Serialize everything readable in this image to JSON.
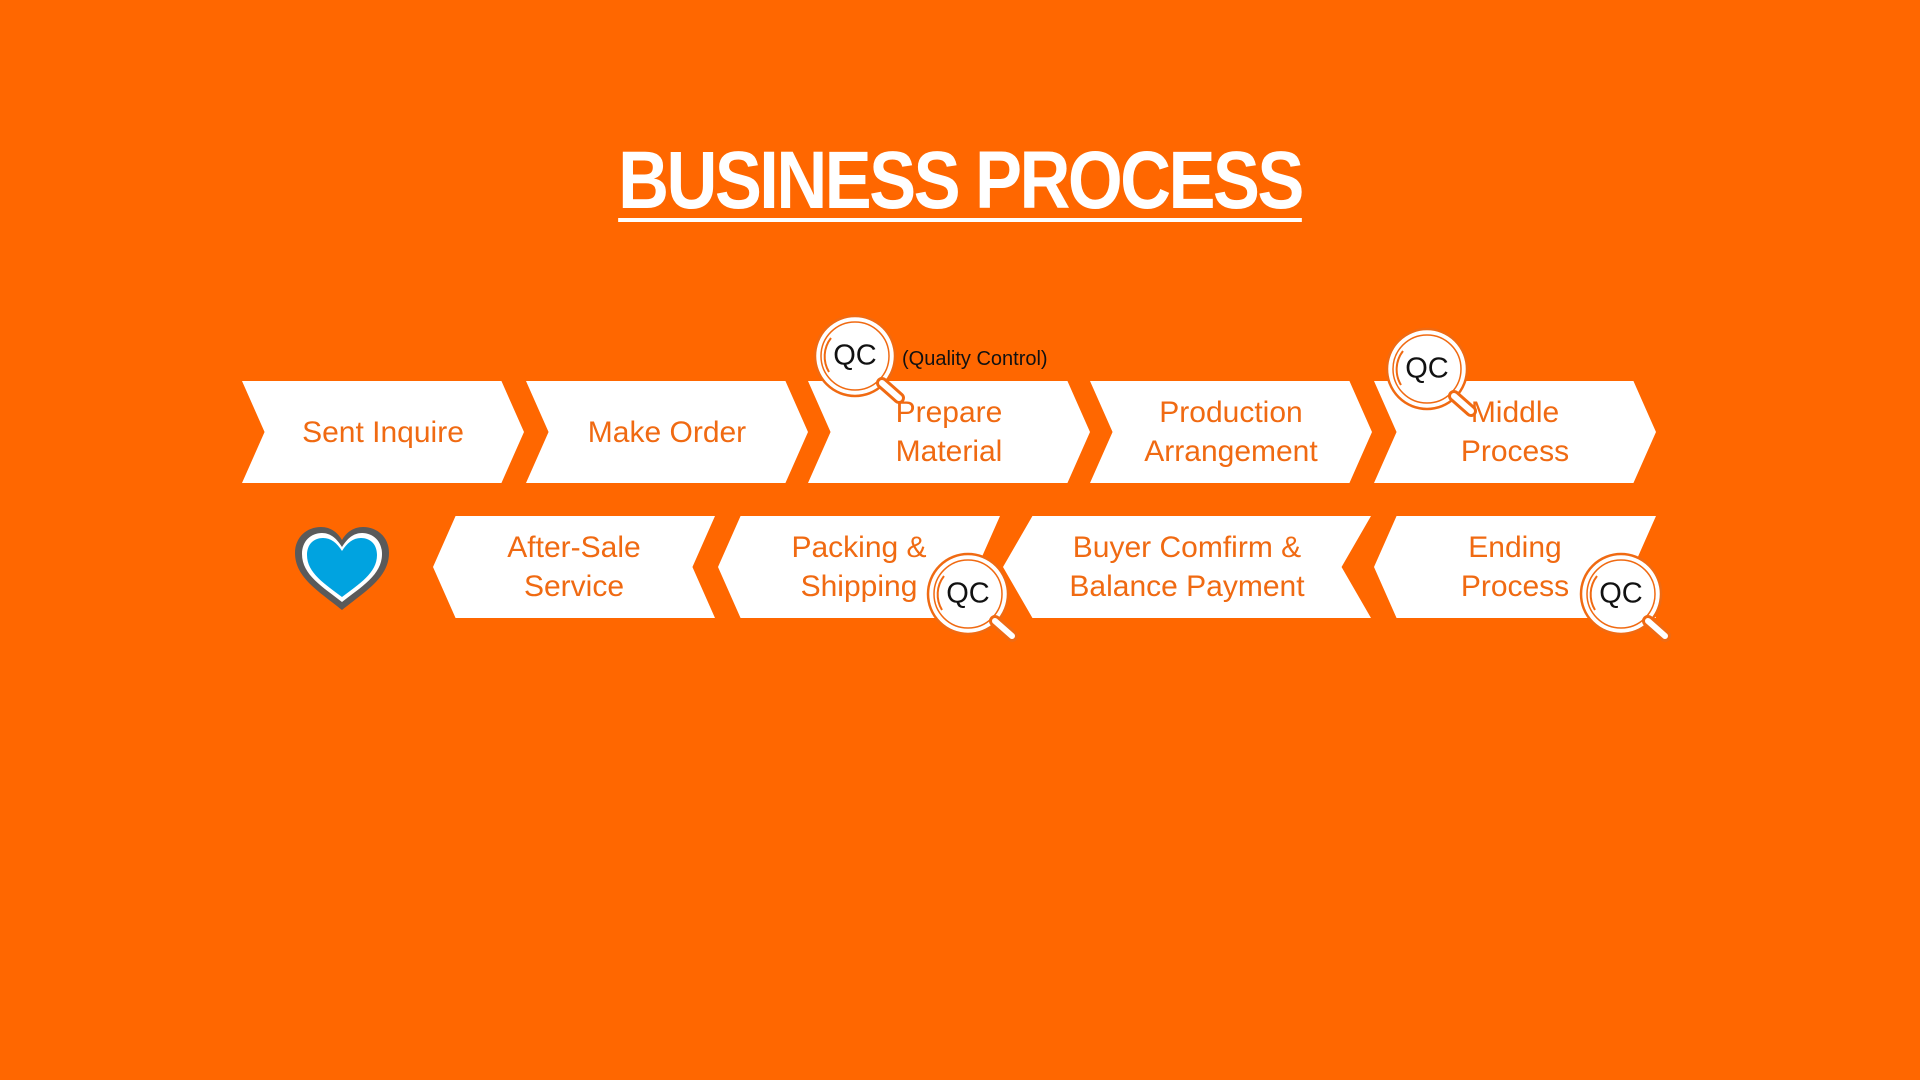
{
  "title": "BUSINESS PROCESS",
  "qc_note": "(Quality Control)",
  "qc_label": "QC",
  "row1": [
    {
      "label": "Sent Inquire"
    },
    {
      "label": "Make Order"
    },
    {
      "label": "Prepare\nMaterial"
    },
    {
      "label": "Production\nArrangement"
    },
    {
      "label": "Middle\nProcess"
    }
  ],
  "row2": [
    {
      "label": "After-Sale\nService"
    },
    {
      "label": "Packing &\nShipping"
    },
    {
      "label": "Buyer Comfirm &\nBalance Payment"
    },
    {
      "label": "Ending\nProcess"
    }
  ],
  "icons": {
    "qc": "magnifier-qc-icon",
    "heart": "heart-icon"
  },
  "colors": {
    "background": "#FF6700",
    "step_fill": "#FFFFFF",
    "step_text": "#F06A12",
    "heart_fill": "#00A3E0",
    "heart_outline": "#5A5A5A"
  }
}
